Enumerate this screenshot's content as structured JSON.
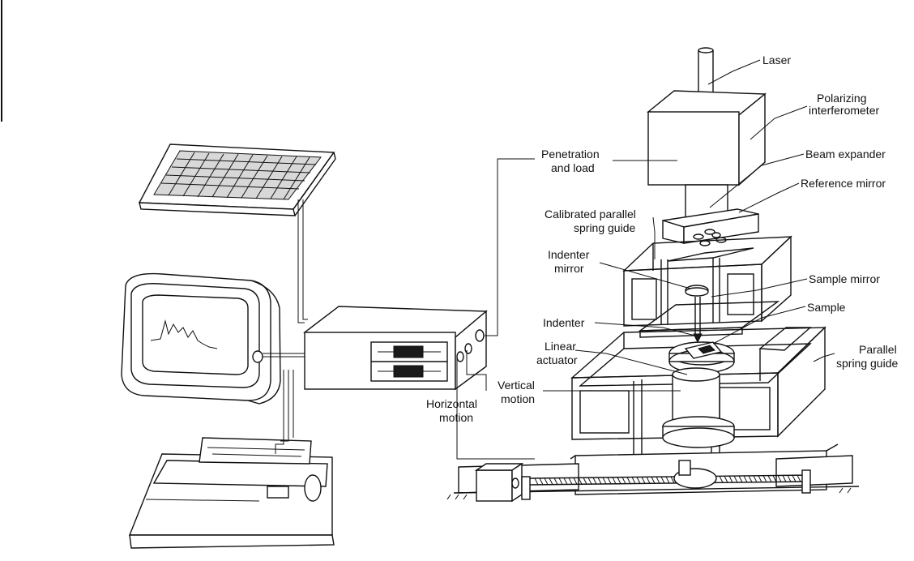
{
  "labels": {
    "laser": "Laser",
    "polarizing_1": "Polarizing",
    "polarizing_2": "interferometer",
    "beam_expander": "Beam expander",
    "reference_mirror": "Reference mirror",
    "penetration_1": "Penetration",
    "penetration_2": "and load",
    "calibrated_1": "Calibrated parallel",
    "calibrated_2": "spring guide",
    "indenter_mirror_1": "Indenter",
    "indenter_mirror_2": "mirror",
    "sample_mirror": "Sample mirror",
    "sample": "Sample",
    "indenter": "Indenter",
    "linear_1": "Linear",
    "linear_2": "actuator",
    "parallel_1": "Parallel",
    "parallel_2": "spring guide",
    "vertical_1": "Vertical",
    "vertical_2": "motion",
    "horizontal_1": "Horizontal",
    "horizontal_2": "motion"
  }
}
